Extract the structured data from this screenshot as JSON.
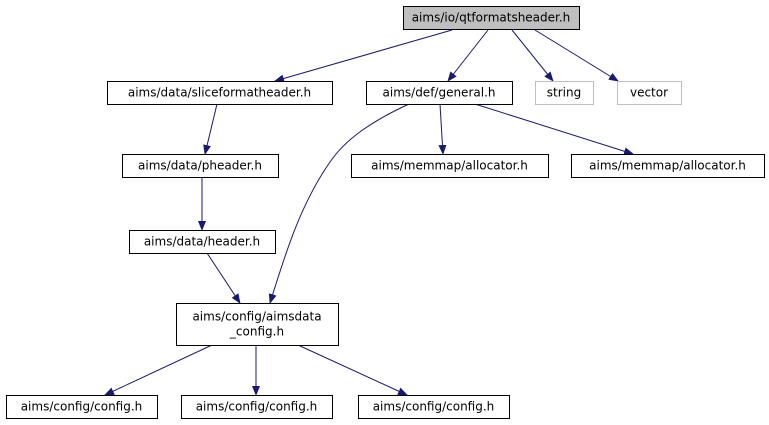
{
  "colors": {
    "root_fill": "#bfbfbf",
    "node_fill": "#ffffff",
    "node_border": "#000000",
    "external_border": "#bfbfbf",
    "external_text": "#404040",
    "edge": "#191970"
  },
  "nodes": [
    {
      "id": "qtformatsheader",
      "lines": [
        "aims/io/qtformatsheader.h"
      ],
      "kind": "root"
    },
    {
      "id": "sliceformatheader",
      "lines": [
        "aims/data/sliceformatheader.h"
      ],
      "kind": "normal"
    },
    {
      "id": "general",
      "lines": [
        "aims/def/general.h"
      ],
      "kind": "normal"
    },
    {
      "id": "string",
      "lines": [
        "string"
      ],
      "kind": "external"
    },
    {
      "id": "vector",
      "lines": [
        "vector"
      ],
      "kind": "external"
    },
    {
      "id": "pheader",
      "lines": [
        "aims/data/pheader.h"
      ],
      "kind": "normal"
    },
    {
      "id": "allocator1",
      "lines": [
        "aims/memmap/allocator.h"
      ],
      "kind": "normal"
    },
    {
      "id": "allocator2",
      "lines": [
        "aims/memmap/allocator.h"
      ],
      "kind": "normal"
    },
    {
      "id": "header",
      "lines": [
        "aims/data/header.h"
      ],
      "kind": "normal"
    },
    {
      "id": "aimsdata_config",
      "lines": [
        "aims/config/aimsdata",
        "_config.h"
      ],
      "kind": "normal"
    },
    {
      "id": "config1",
      "lines": [
        "aims/config/config.h"
      ],
      "kind": "normal"
    },
    {
      "id": "config2",
      "lines": [
        "aims/config/config.h"
      ],
      "kind": "normal"
    },
    {
      "id": "config3",
      "lines": [
        "aims/config/config.h"
      ],
      "kind": "normal"
    }
  ],
  "edges": [
    {
      "from": "qtformatsheader",
      "to": "sliceformatheader"
    },
    {
      "from": "qtformatsheader",
      "to": "general"
    },
    {
      "from": "qtformatsheader",
      "to": "string"
    },
    {
      "from": "qtformatsheader",
      "to": "vector"
    },
    {
      "from": "sliceformatheader",
      "to": "pheader"
    },
    {
      "from": "pheader",
      "to": "header"
    },
    {
      "from": "header",
      "to": "aimsdata_config"
    },
    {
      "from": "general",
      "to": "aimsdata_config"
    },
    {
      "from": "general",
      "to": "allocator1"
    },
    {
      "from": "general",
      "to": "allocator2"
    },
    {
      "from": "aimsdata_config",
      "to": "config1"
    },
    {
      "from": "aimsdata_config",
      "to": "config2"
    },
    {
      "from": "aimsdata_config",
      "to": "config3"
    }
  ]
}
